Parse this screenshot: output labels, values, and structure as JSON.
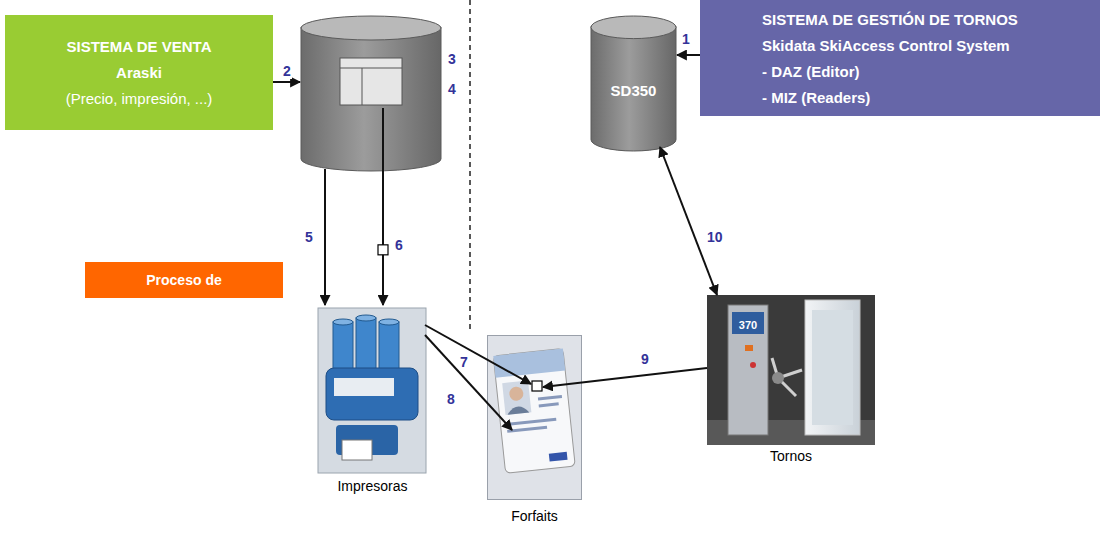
{
  "diagram": {
    "nodes": [
      {
        "text": [
          "SISTEMA DE VENTA",
          "Araski",
          "(Precio, impresión, ...)"
        ]
      },
      {
        "text": [
          "3",
          "4"
        ]
      },
      {
        "text": [
          "SD350"
        ]
      },
      {
        "text": [
          "SISTEMA DE GESTIÓN DE TORNOS",
          "Skidata SkiAccess Control System",
          "- DAZ (Editor)",
          "- MIZ (Readers)"
        ]
      },
      {
        "text": [
          "Proceso de"
        ]
      },
      {
        "text": [
          "Impresoras"
        ]
      },
      {
        "text": [
          "Tornos"
        ]
      },
      {
        "text": [
          "Forfaits"
        ]
      }
    ],
    "edges": [
      {
        "from": 3,
        "to": 2,
        "arrow": "to",
        "label": "1"
      },
      {
        "from": 0,
        "to": 1,
        "arrow": "to",
        "label": "2"
      },
      {
        "from": 1,
        "to": 5,
        "arrow": "to",
        "label": "5"
      },
      {
        "from": 1,
        "to": 5,
        "arrow": "to",
        "label": "6"
      },
      {
        "from": 5,
        "to": 7,
        "arrow": "to",
        "label": "7"
      },
      {
        "from": 5,
        "to": 7,
        "arrow": "to",
        "label": "8"
      },
      {
        "from": 6,
        "to": 7,
        "arrow": "to",
        "label": "9"
      },
      {
        "from": 2,
        "to": 6,
        "arrow": "both",
        "label": "10"
      }
    ],
    "labels": [
      "370"
    ]
  }
}
